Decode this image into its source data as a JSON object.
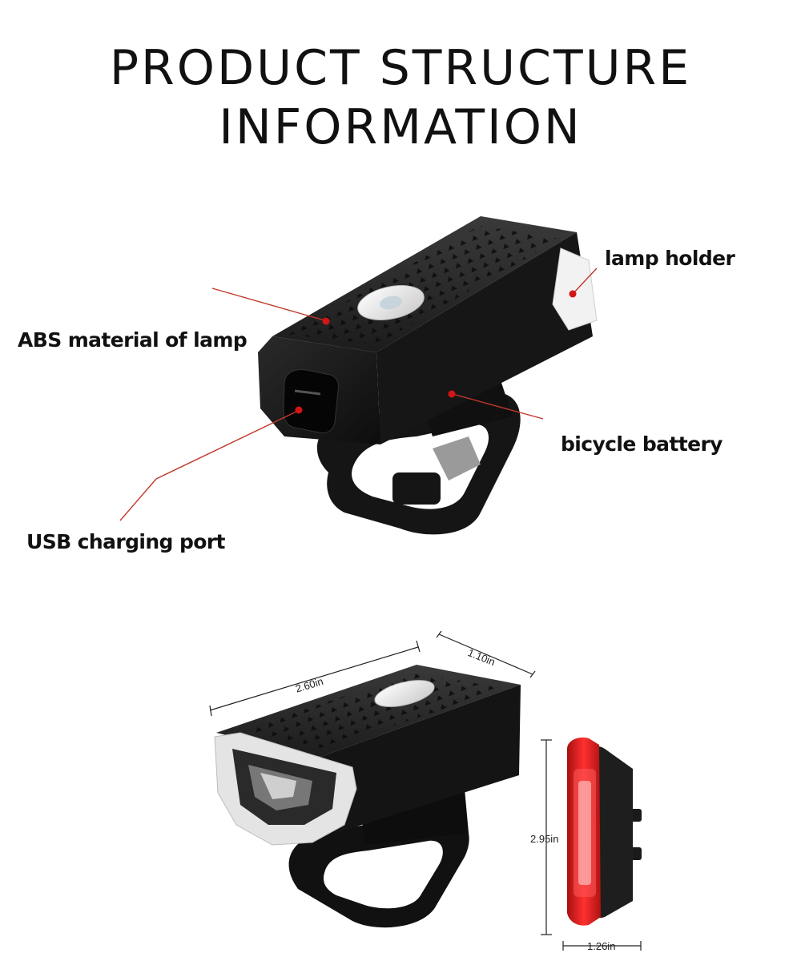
{
  "title": {
    "line1": "PRODUCT STRUCTURE",
    "line2": "INFORMATION"
  },
  "callouts": {
    "lamp_holder": "lamp holder",
    "abs_material": "ABS material of lamp",
    "bicycle_battery": "bicycle battery",
    "usb_port": "USB charging port"
  },
  "dimensions": {
    "front_length": "2.60in",
    "front_width": "1.10in",
    "rear_height": "2.95in",
    "rear_width": "1.26in"
  },
  "colors": {
    "leader_line": "#c0392b",
    "product_body": "#1a1a1a",
    "rear_light": "#d32020"
  }
}
